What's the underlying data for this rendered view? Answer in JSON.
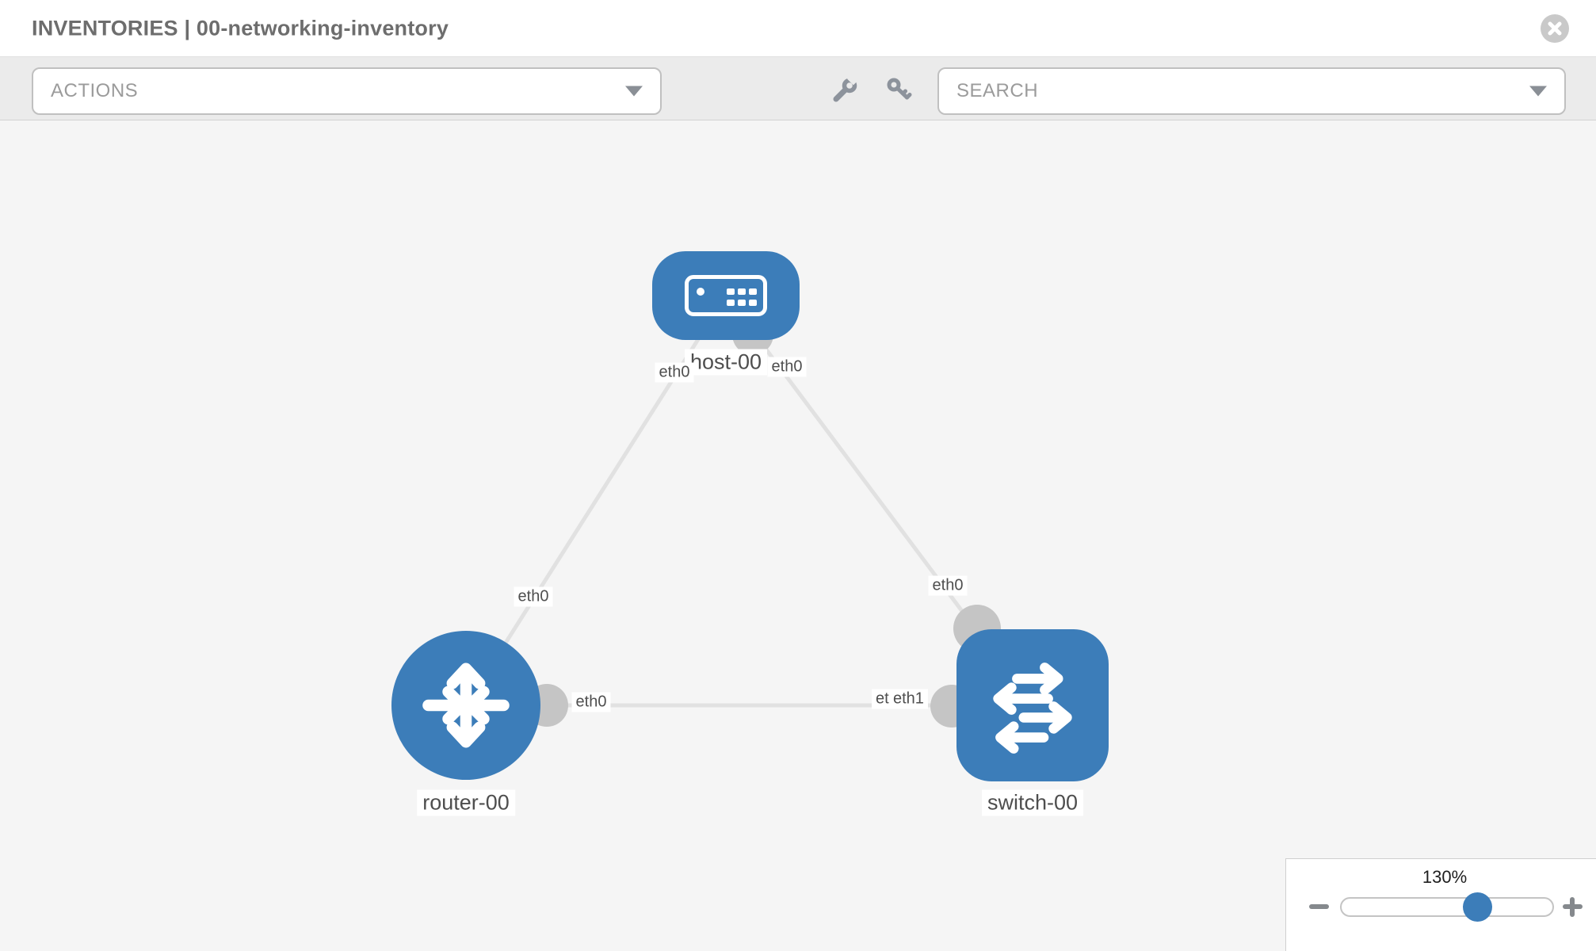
{
  "header": {
    "title": "INVENTORIES | 00-networking-inventory",
    "close_icon": "circle-x"
  },
  "toolbar": {
    "actions_dropdown": {
      "value": "ACTIONS"
    },
    "search_dropdown": {
      "value": "SEARCH"
    },
    "icons": [
      "wrench-icon",
      "key-icon"
    ]
  },
  "diagram": {
    "nodes": [
      {
        "id": "host-00",
        "label": "host-00",
        "type": "host"
      },
      {
        "id": "router-00",
        "label": "router-00",
        "type": "router"
      },
      {
        "id": "switch-00",
        "label": "switch-00",
        "type": "switch"
      }
    ],
    "links": [
      {
        "from": "host-00",
        "from_interface": "eth0",
        "to": "router-00",
        "to_interface": "eth0"
      },
      {
        "from": "host-00",
        "from_interface": "eth0",
        "to": "switch-00",
        "to_interface": "eth0"
      },
      {
        "from": "router-00",
        "from_interface": "eth0",
        "to": "switch-00",
        "to_interface": "eth1"
      }
    ],
    "labels": {
      "host": "host-00",
      "router": "router-00",
      "switch": "switch-00",
      "host_if_left": "eth0",
      "host_if_right": "eth0",
      "link_host_router_if": "eth0",
      "link_router_switch_router_if": "eth0",
      "link_host_switch_switch_if": "eth0",
      "link_router_switch_switch_if_under": "eth1",
      "link_router_switch_switch_if": "eth1"
    },
    "colors": {
      "node_blue": "#3c7db9",
      "link_gray": "#e1e1e1",
      "port_gray": "#c5c5c5"
    }
  },
  "zoom_panel": {
    "level": "130%"
  }
}
